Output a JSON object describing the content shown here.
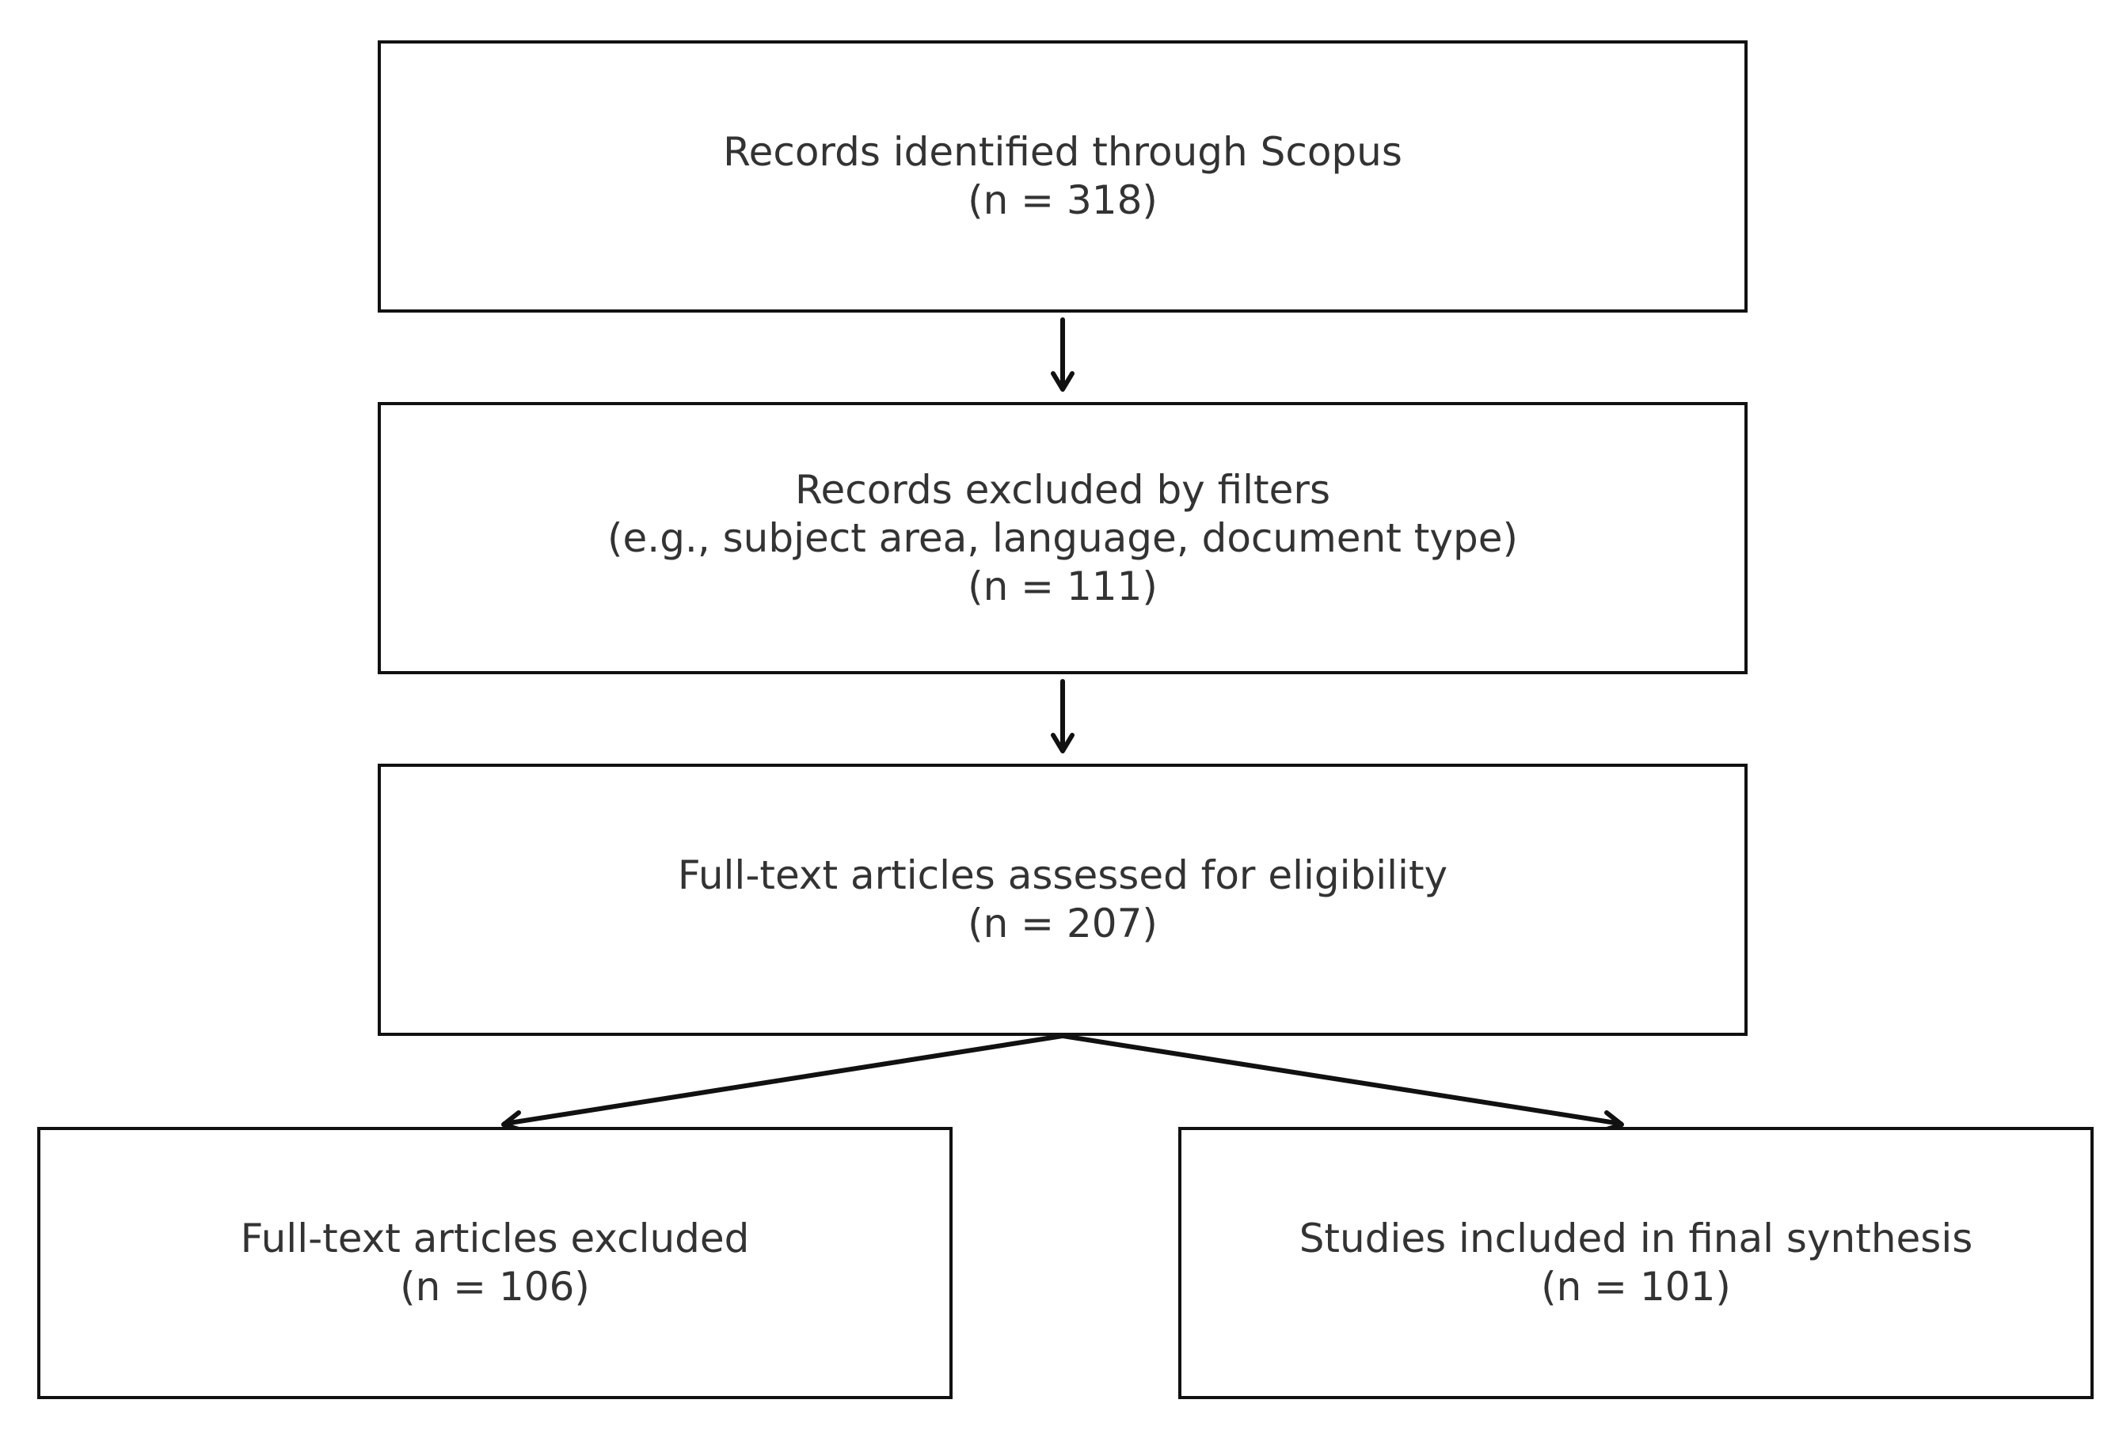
{
  "diagram": {
    "type": "prisma-flow",
    "boxes": {
      "identified": {
        "lines": [
          "Records identified through Scopus",
          "(n = 318)"
        ]
      },
      "filtered": {
        "lines": [
          "Records excluded by filters",
          "(e.g., subject area, language, document type)",
          "(n = 111)"
        ]
      },
      "assessed": {
        "lines": [
          "Full-text articles assessed for eligibility",
          "(n = 207)"
        ]
      },
      "excluded": {
        "lines": [
          "Full-text articles excluded",
          "(n = 106)"
        ]
      },
      "included": {
        "lines": [
          "Studies included in final synthesis",
          "(n = 101)"
        ]
      }
    },
    "connections": [
      {
        "from": "identified",
        "to": "filtered"
      },
      {
        "from": "filtered",
        "to": "assessed"
      },
      {
        "from": "assessed",
        "to": "excluded"
      },
      {
        "from": "assessed",
        "to": "included"
      }
    ],
    "colors": {
      "border": "#111111",
      "text": "#333333",
      "background": "#ffffff"
    }
  }
}
